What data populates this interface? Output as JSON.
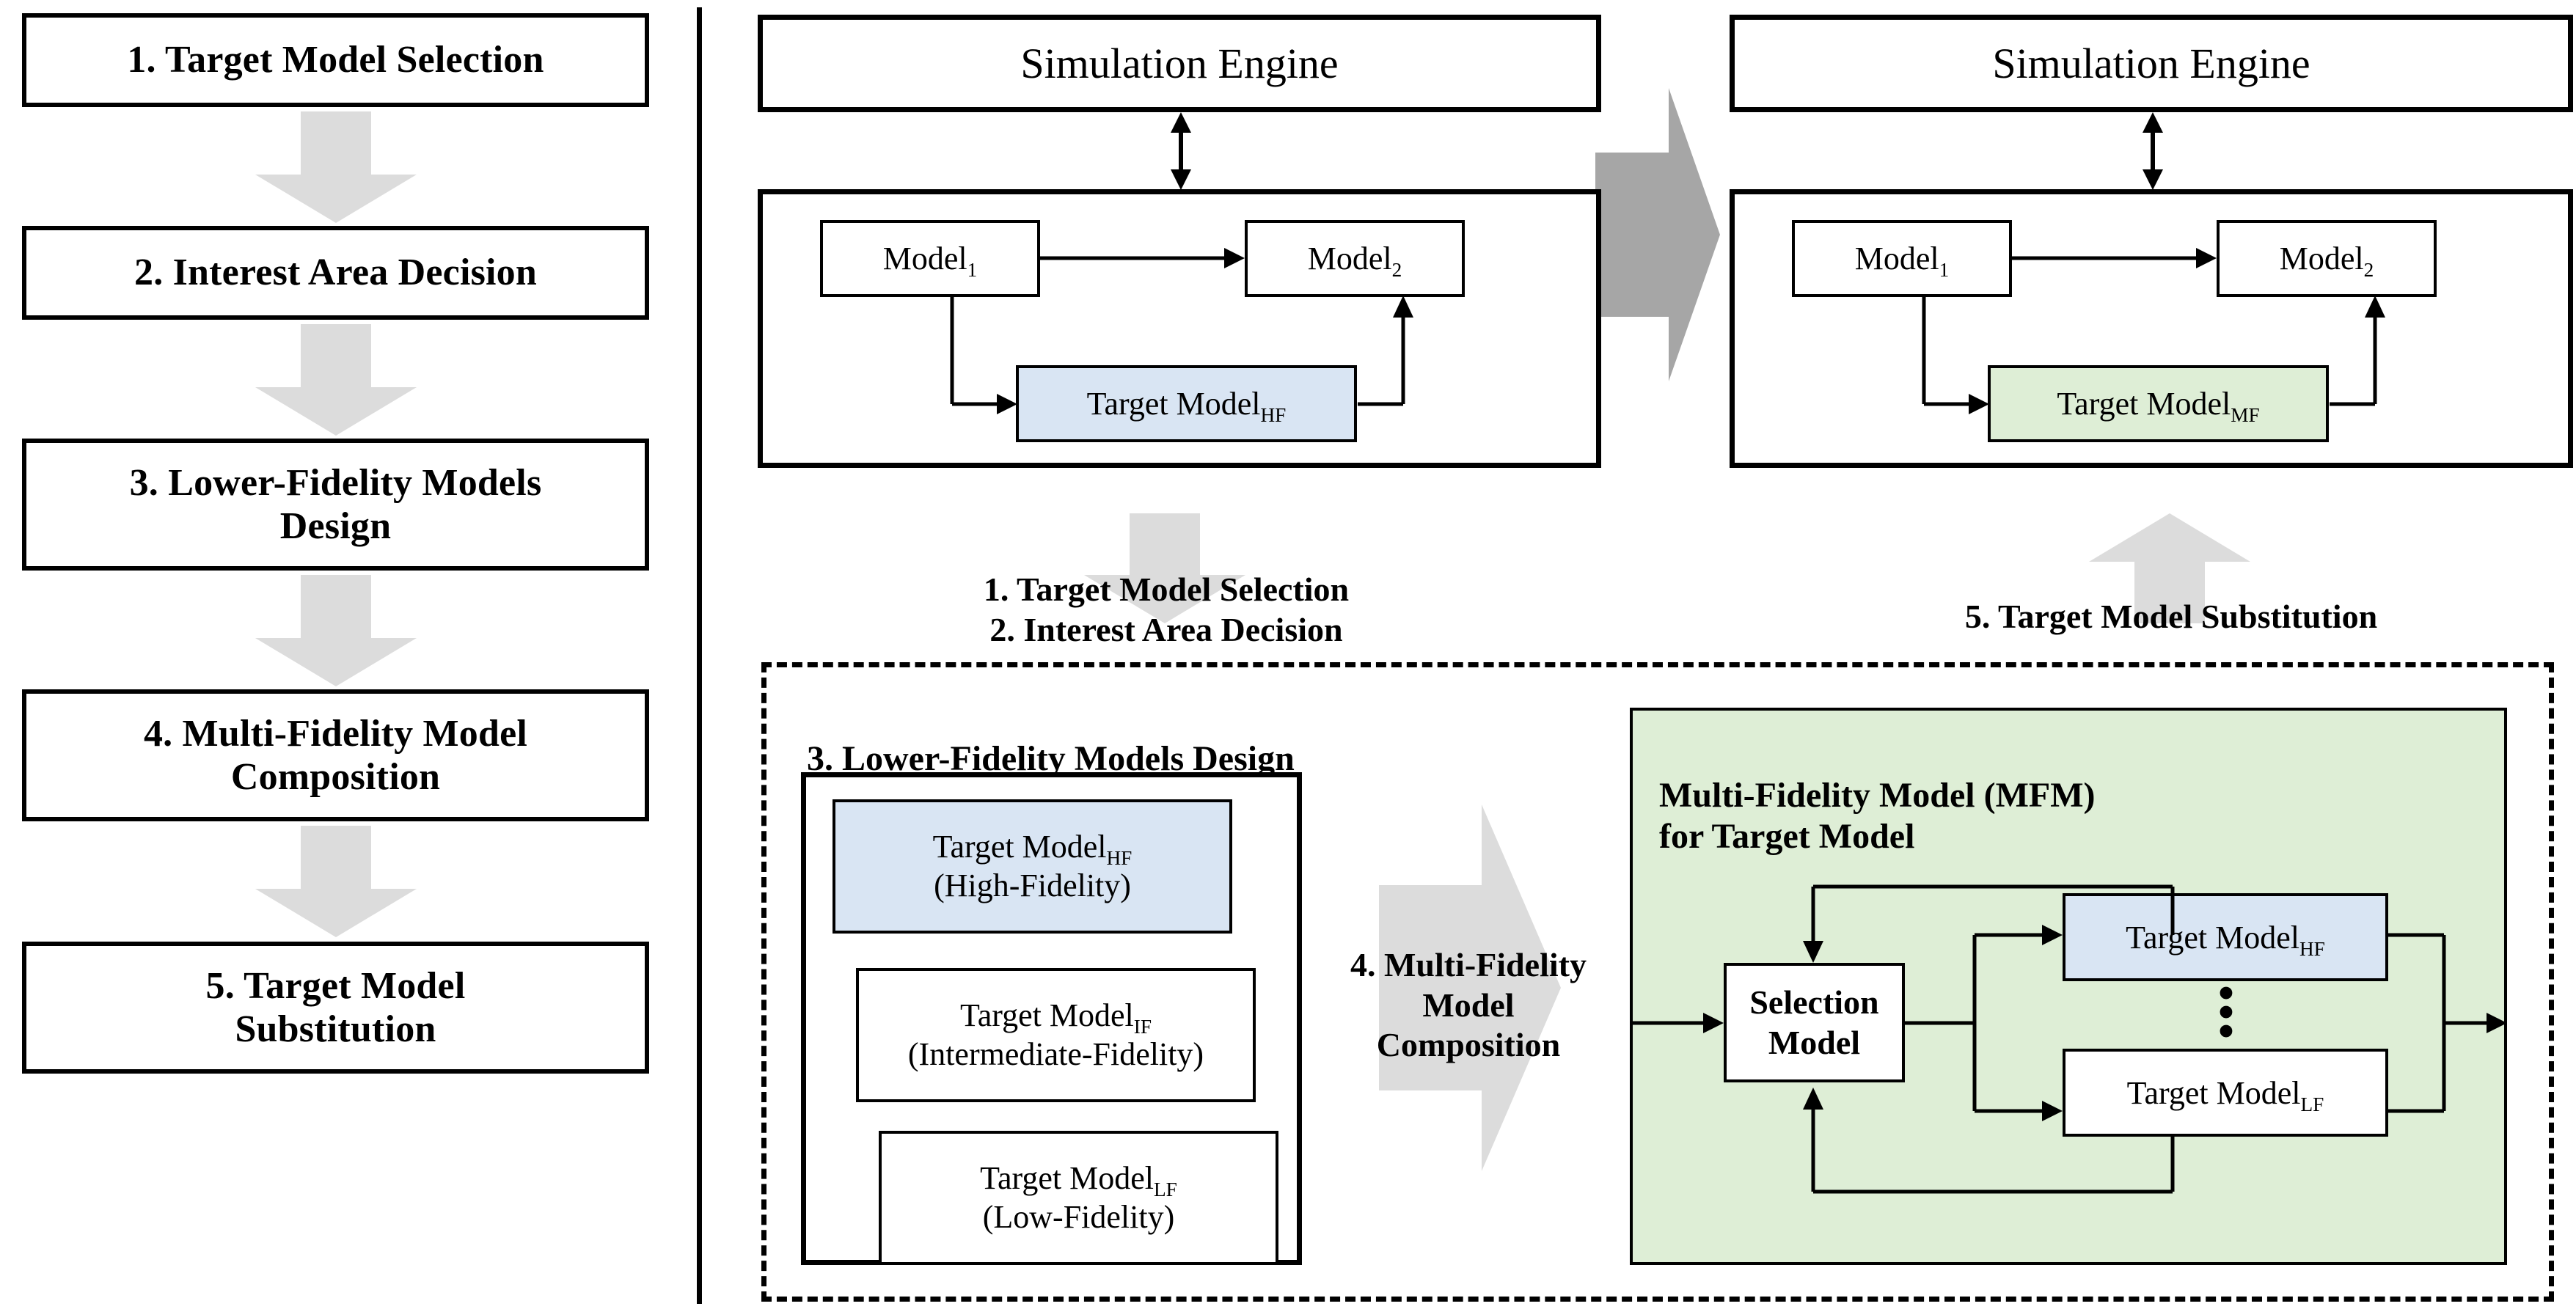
{
  "colors": {
    "high_fidelity_fill": "#d9e5f3",
    "multi_fidelity_fill": "#deeed6",
    "flow_arrow_fill": "#dcdcdc",
    "big_arrow_fill": "#a6a6a6",
    "stroke": "#000000"
  },
  "left_flow": {
    "steps": [
      {
        "label": "1. Target Model Selection"
      },
      {
        "label": "2. Interest Area Decision"
      },
      {
        "label": "3. Lower-Fidelity Models\nDesign"
      },
      {
        "label": "4. Multi-Fidelity Model\nComposition"
      },
      {
        "label": "5. Target Model\nSubstitution"
      }
    ]
  },
  "right_diagram": {
    "before": {
      "engine_label": "Simulation Engine",
      "model_1": "Model",
      "model_1_sub": "1",
      "model_2": "Model",
      "model_2_sub": "2",
      "target_model": "Target Model",
      "target_model_sub": "HF"
    },
    "after": {
      "engine_label": "Simulation Engine",
      "model_1": "Model",
      "model_1_sub": "1",
      "model_2": "Model",
      "model_2_sub": "2",
      "target_model": "Target Model",
      "target_model_sub": "MF"
    },
    "caption_left": "1. Target Model Selection\n2. Interest Area Decision",
    "caption_right": "5. Target Model  Substitution",
    "lower_fidelity_panel": {
      "title": "3. Lower-Fidelity Models Design",
      "models": [
        {
          "name": "Target Model",
          "sub": "HF",
          "note": "(High-Fidelity)",
          "highlight": "blue"
        },
        {
          "name": "Target Model",
          "sub": "IF",
          "note": "(Intermediate-Fidelity)",
          "highlight": "none"
        },
        {
          "name": "Target Model",
          "sub": "LF",
          "note": "(Low-Fidelity)",
          "highlight": "none"
        }
      ]
    },
    "composition_arrow_caption": "4. Multi-Fidelity\nModel\nComposition",
    "mfm_panel": {
      "title": "Multi-Fidelity Model (MFM)\nfor Target Model",
      "selection_model": "Selection\nModel",
      "model_hf": "Target Model",
      "model_hf_sub": "HF",
      "model_lf": "Target Model",
      "model_lf_sub": "LF",
      "vertical_dots": "⋮"
    }
  }
}
